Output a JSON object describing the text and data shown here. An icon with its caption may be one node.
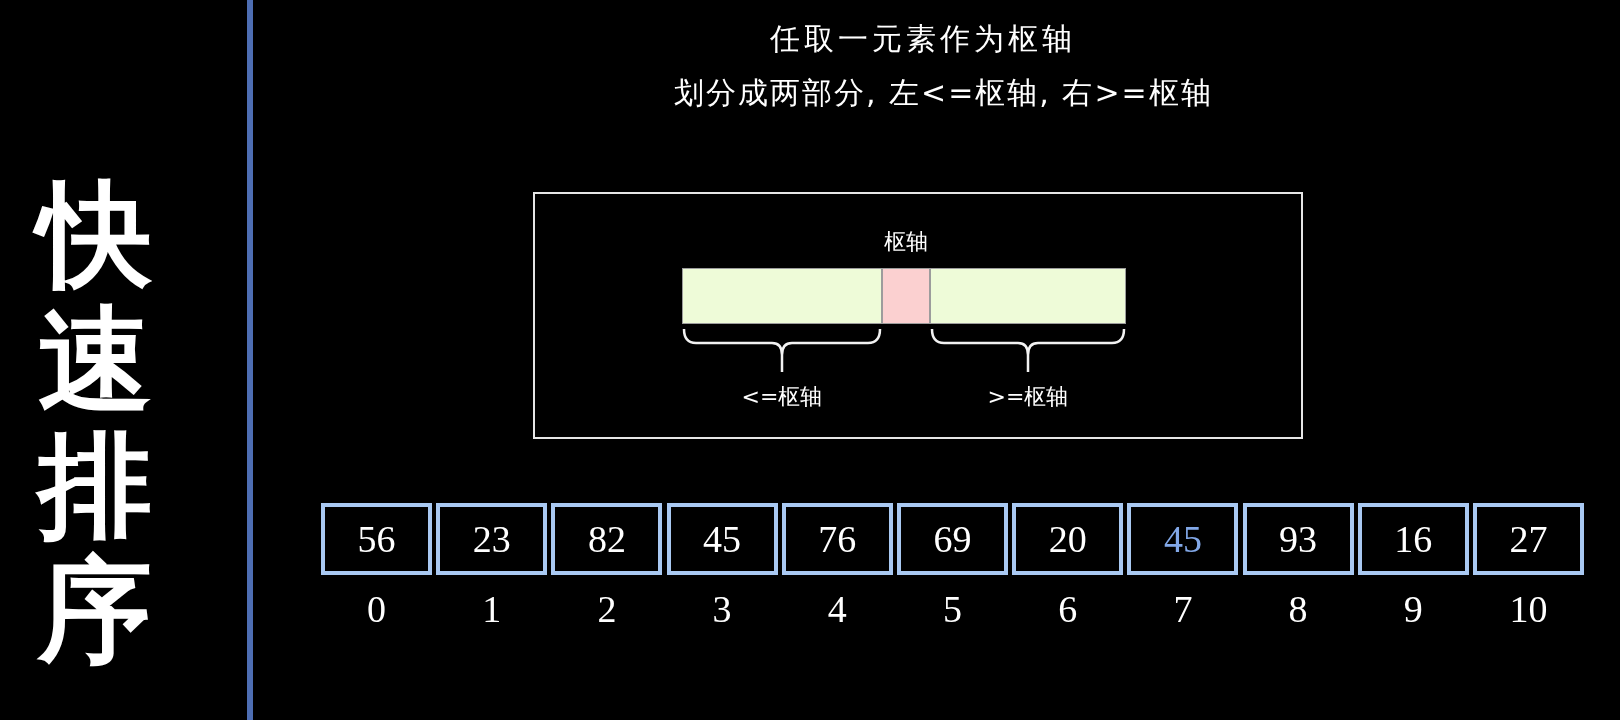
{
  "diagram": {
    "title": "快速排序",
    "nodes": [
      {
        "text": [],
        "shape": "box"
      },
      {
        "text": [],
        "shape": "box",
        "in": 0,
        "beside": [
          "<=枢轴"
        ]
      },
      {
        "text": [
          "枢轴"
        ],
        "in": 0
      },
      {
        "text": [],
        "shape": "box",
        "in": 0,
        "beside": [
          ">=枢轴"
        ]
      },
      {
        "text": [
          "56"
        ],
        "beside": [
          "0"
        ]
      },
      {
        "text": [
          "23"
        ],
        "beside": [
          "1"
        ]
      },
      {
        "text": [
          "82"
        ],
        "beside": [
          "2"
        ]
      },
      {
        "text": [
          "45"
        ],
        "beside": [
          "3"
        ]
      },
      {
        "text": [
          "76"
        ],
        "beside": [
          "4"
        ]
      },
      {
        "text": [
          "69"
        ],
        "beside": [
          "5"
        ]
      },
      {
        "text": [
          "20"
        ],
        "beside": [
          "6"
        ]
      },
      {
        "text": [
          "45"
        ],
        "beside": [
          "7"
        ]
      },
      {
        "text": [
          "93"
        ],
        "beside": [
          "8"
        ]
      },
      {
        "text": [
          "16"
        ],
        "beside": [
          "9"
        ]
      },
      {
        "text": [
          "27"
        ],
        "beside": [
          "10"
        ]
      }
    ],
    "labels": [
      "任取一元素作为枢轴",
      "划分成两部分, 左<=枢轴, 右>=枢轴"
    ]
  }
}
